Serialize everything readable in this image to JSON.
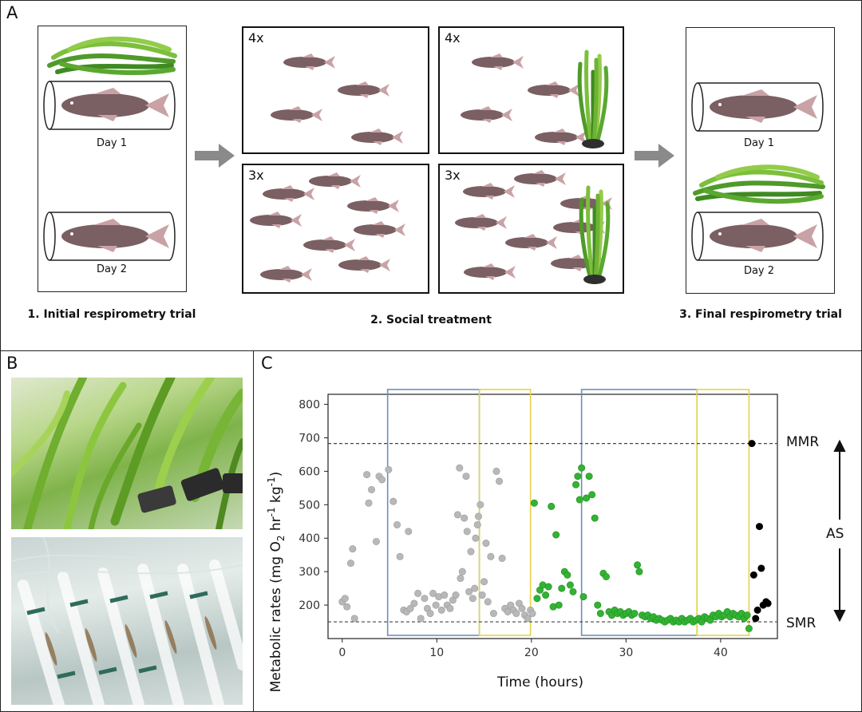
{
  "panel_a": {
    "letter": "A",
    "multipliers": [
      "4x",
      "4x",
      "3x",
      "3x"
    ],
    "day_labels": [
      "Day 1",
      "Day 2",
      "Day 1",
      "Day 2"
    ],
    "captions": {
      "initial": "1. Initial respirometry trial",
      "social": "2. Social treatment",
      "final": "3. Final respirometry trial"
    },
    "colors": {
      "fish": "#7a5f63",
      "fin": "#c9a2a6",
      "arrow": "#8a8a8a",
      "plant": "#5a9e2e"
    }
  },
  "panel_b": {
    "letter": "B"
  },
  "panel_c": {
    "letter": "C",
    "ylabel_main": "Metabolic rates (mg O",
    "ylabel_sub2": "2",
    "ylabel_mid": " hr",
    "ylabel_sup1": "-1",
    "ylabel_mid2": " kg",
    "ylabel_sup2": "-1",
    "ylabel_end": ")",
    "xlabel": "Time (hours)",
    "mmr_label": "MMR",
    "smr_label": "SMR",
    "as_label": "AS",
    "colors": {
      "grey": "#b8b8b8",
      "green": "#33b233",
      "black": "#000000",
      "blue_box": "#6a8fbf",
      "yellow_box": "#e8d24a"
    }
  },
  "chart_data": {
    "type": "scatter",
    "xlabel": "Time (hours)",
    "ylabel": "Metabolic rates (mg O2 hr-1 kg-1)",
    "xlim": [
      -1.5,
      46
    ],
    "ylim": [
      100,
      830
    ],
    "xticks": [
      0,
      10,
      20,
      30,
      40
    ],
    "yticks": [
      200,
      300,
      400,
      500,
      600,
      700,
      800
    ],
    "hlines": [
      {
        "label": "MMR",
        "y": 683
      },
      {
        "label": "SMR",
        "y": 150
      }
    ],
    "shaded_boxes": [
      {
        "color": "blue",
        "x": [
          4.8,
          14.5
        ]
      },
      {
        "color": "yellow",
        "x": [
          14.5,
          19.9
        ]
      },
      {
        "color": "blue",
        "x": [
          25.3,
          37.5
        ]
      },
      {
        "color": "yellow",
        "x": [
          37.5,
          43.0
        ]
      }
    ],
    "series": [
      {
        "group": "grey",
        "points": [
          [
            0,
            210
          ],
          [
            0.3,
            220
          ],
          [
            0.5,
            195
          ],
          [
            0.9,
            325
          ],
          [
            1.1,
            368
          ],
          [
            1.3,
            160
          ],
          [
            2.6,
            590
          ],
          [
            2.8,
            505
          ],
          [
            3.1,
            545
          ],
          [
            3.6,
            390
          ],
          [
            3.9,
            585
          ],
          [
            4.2,
            575
          ],
          [
            4.9,
            605
          ],
          [
            5.4,
            510
          ],
          [
            5.8,
            440
          ],
          [
            6.1,
            345
          ],
          [
            6.5,
            185
          ],
          [
            7.0,
            420
          ],
          [
            6.8,
            180
          ],
          [
            7.2,
            190
          ],
          [
            7.6,
            205
          ],
          [
            8.0,
            235
          ],
          [
            8.3,
            160
          ],
          [
            8.7,
            220
          ],
          [
            9.0,
            190
          ],
          [
            9.3,
            175
          ],
          [
            9.6,
            235
          ],
          [
            9.9,
            200
          ],
          [
            10.2,
            225
          ],
          [
            10.5,
            185
          ],
          [
            10.8,
            230
          ],
          [
            11.1,
            200
          ],
          [
            11.4,
            190
          ],
          [
            11.7,
            215
          ],
          [
            12.0,
            230
          ],
          [
            12.2,
            470
          ],
          [
            12.4,
            610
          ],
          [
            12.5,
            280
          ],
          [
            12.7,
            300
          ],
          [
            12.9,
            460
          ],
          [
            13.1,
            585
          ],
          [
            13.2,
            420
          ],
          [
            13.4,
            240
          ],
          [
            13.6,
            360
          ],
          [
            13.8,
            220
          ],
          [
            14.0,
            250
          ],
          [
            14.1,
            400
          ],
          [
            14.3,
            440
          ],
          [
            14.4,
            465
          ],
          [
            14.6,
            500
          ],
          [
            14.8,
            230
          ],
          [
            15.0,
            270
          ],
          [
            15.2,
            385
          ],
          [
            15.4,
            210
          ],
          [
            15.7,
            345
          ],
          [
            16.0,
            175
          ],
          [
            16.3,
            600
          ],
          [
            16.6,
            570
          ],
          [
            16.9,
            340
          ],
          [
            17.2,
            190
          ],
          [
            17.5,
            180
          ],
          [
            17.8,
            200
          ],
          [
            18.1,
            185
          ],
          [
            18.4,
            175
          ],
          [
            18.7,
            205
          ],
          [
            19.0,
            190
          ],
          [
            19.3,
            170
          ],
          [
            19.6,
            160
          ],
          [
            19.9,
            185
          ],
          [
            20.1,
            175
          ]
        ]
      },
      {
        "group": "green",
        "points": [
          [
            20.3,
            505
          ],
          [
            20.6,
            220
          ],
          [
            20.9,
            245
          ],
          [
            21.2,
            260
          ],
          [
            21.5,
            230
          ],
          [
            21.8,
            255
          ],
          [
            22.1,
            495
          ],
          [
            22.3,
            195
          ],
          [
            22.6,
            410
          ],
          [
            22.9,
            200
          ],
          [
            23.2,
            250
          ],
          [
            23.5,
            300
          ],
          [
            23.8,
            290
          ],
          [
            24.1,
            260
          ],
          [
            24.4,
            240
          ],
          [
            24.7,
            560
          ],
          [
            24.9,
            585
          ],
          [
            25.1,
            515
          ],
          [
            25.3,
            610
          ],
          [
            25.5,
            225
          ],
          [
            25.8,
            520
          ],
          [
            26.1,
            585
          ],
          [
            26.4,
            530
          ],
          [
            26.7,
            460
          ],
          [
            27.0,
            200
          ],
          [
            27.3,
            175
          ],
          [
            27.6,
            295
          ],
          [
            27.9,
            285
          ],
          [
            28.2,
            180
          ],
          [
            28.5,
            170
          ],
          [
            28.8,
            185
          ],
          [
            29.1,
            175
          ],
          [
            29.4,
            180
          ],
          [
            29.7,
            170
          ],
          [
            30.0,
            175
          ],
          [
            30.3,
            180
          ],
          [
            30.6,
            170
          ],
          [
            30.9,
            175
          ],
          [
            31.2,
            320
          ],
          [
            31.4,
            300
          ],
          [
            31.7,
            170
          ],
          [
            32.0,
            165
          ],
          [
            32.3,
            170
          ],
          [
            32.6,
            160
          ],
          [
            32.9,
            165
          ],
          [
            33.2,
            155
          ],
          [
            33.5,
            160
          ],
          [
            33.8,
            155
          ],
          [
            34.1,
            150
          ],
          [
            34.4,
            155
          ],
          [
            34.7,
            160
          ],
          [
            35.0,
            150
          ],
          [
            35.3,
            155
          ],
          [
            35.6,
            150
          ],
          [
            35.9,
            160
          ],
          [
            36.2,
            150
          ],
          [
            36.5,
            155
          ],
          [
            36.8,
            160
          ],
          [
            37.1,
            150
          ],
          [
            37.4,
            155
          ],
          [
            37.7,
            160
          ],
          [
            38.0,
            150
          ],
          [
            38.3,
            165
          ],
          [
            38.6,
            160
          ],
          [
            38.9,
            155
          ],
          [
            39.2,
            170
          ],
          [
            39.5,
            165
          ],
          [
            39.8,
            175
          ],
          [
            40.1,
            165
          ],
          [
            40.4,
            170
          ],
          [
            40.7,
            180
          ],
          [
            41.0,
            165
          ],
          [
            41.3,
            175
          ],
          [
            41.6,
            170
          ],
          [
            41.9,
            165
          ],
          [
            42.2,
            175
          ],
          [
            42.5,
            160
          ],
          [
            42.8,
            170
          ],
          [
            43.0,
            130
          ]
        ]
      },
      {
        "group": "black",
        "points": [
          [
            43.3,
            683
          ],
          [
            43.5,
            290
          ],
          [
            43.7,
            160
          ],
          [
            43.9,
            185
          ],
          [
            44.1,
            435
          ],
          [
            44.3,
            310
          ],
          [
            44.5,
            200
          ],
          [
            44.8,
            210
          ],
          [
            45.0,
            205
          ]
        ]
      }
    ]
  }
}
